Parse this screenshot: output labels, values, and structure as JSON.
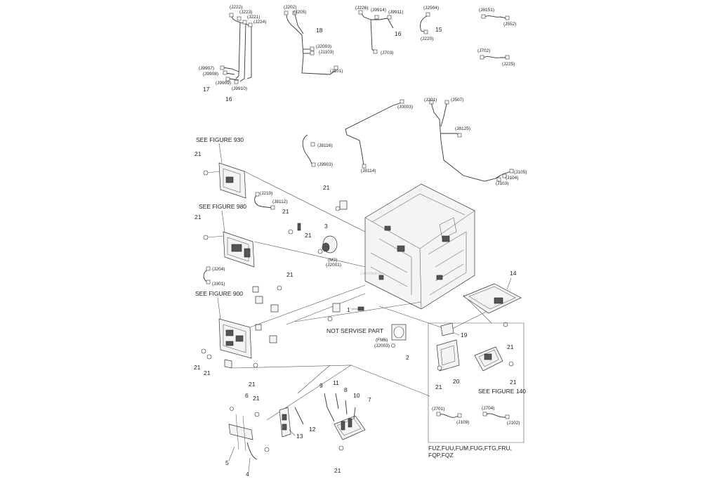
{
  "connectors": {
    "j222": "(J222)",
    "j223": "(J223)",
    "j221": "(J221)",
    "j224": "(J224)",
    "j9907": "(J9907)",
    "j9908": "(J9908)",
    "j9909": "(J9909)",
    "j9910": "(J9910)",
    "j202": "(J202)",
    "j205": "(J205)",
    "j2003": "(J2003)",
    "j1103": "(J1103)",
    "j101": "(J101)",
    "j226": "(J226)",
    "j9914": "(J9914)",
    "j9911": "(J9911)",
    "j703": "(J703)",
    "j2504": "(J2504)",
    "j220": "(J220)",
    "j8151": "(J8151)",
    "j552": "(J552)",
    "j702": "(J702)",
    "j225": "(J225)",
    "j0003": "(J0003)",
    "j8116": "(J8116)",
    "j9903": "(J9903)",
    "j8114": "(J8114)",
    "j201": "(J201)",
    "j507": "(J507)",
    "j8125": "(J8125)",
    "j105": "(J105)",
    "j104": "(J104)",
    "j103": "(J103)",
    "j210": "(J210)",
    "j8112": "(J8112)",
    "m2": "(M2)",
    "j2001": "(J2001)",
    "j204": "(J204)",
    "j301": "(J301)",
    "fm6": "(FM6)",
    "j2003b": "(J2003)",
    "j701": "(J701)",
    "j109": "(J109)",
    "j704": "(J704)",
    "j102": "(J102)"
  },
  "callouts": {
    "n1": "1",
    "n2": "2",
    "n3": "3",
    "n4": "4",
    "n5": "5",
    "n6": "6",
    "n7": "7",
    "n8": "8",
    "n9": "9",
    "n10": "10",
    "n11": "11",
    "n12": "12",
    "n13": "13",
    "n14": "14",
    "n15": "15",
    "n16a": "16",
    "n16b": "16",
    "n17": "17",
    "n18": "18",
    "n19": "19",
    "n20": "20",
    "n21": "21"
  },
  "notes": {
    "fig930": "SEE FIGURE 930",
    "fig980": "SEE FIGURE 980",
    "fig900": "SEE FIGURE 900",
    "fig140": "SEE FIGURE 140",
    "not_service": "NOT SERVISE PART",
    "models_line1": "FUZ,FUU,FUM,FUG,FTG,FRU,",
    "models_line2": "FQP,FQZ"
  },
  "watermark": "partsource"
}
